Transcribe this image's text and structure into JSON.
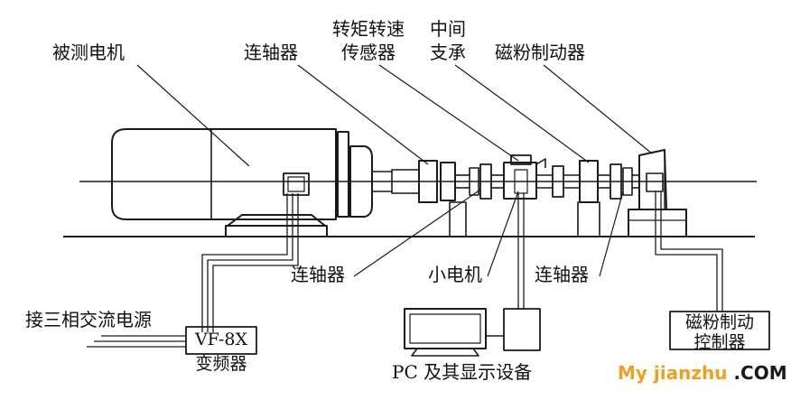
{
  "diagram": {
    "labels": {
      "motor_under_test": "被测电机",
      "coupling_top": "连轴器",
      "sensor_line1": "转矩转速",
      "sensor_line2": "传感器",
      "middle_line1": "中间",
      "middle_line2": "支承",
      "brake": "磁粉制动器",
      "coupling_bottom_left": "连轴器",
      "small_motor": "小电机",
      "coupling_bottom_right": "连轴器",
      "power_source": "接三相交流电源",
      "inverter_line1": "VF-8X",
      "inverter_line2": "变频器",
      "pc": "PC 及其显示设备",
      "brake_ctrl_line1": "磁粉制动",
      "brake_ctrl_line2": "控制器"
    },
    "watermark": {
      "part1": "My jianzhu",
      "part2": " .COM"
    },
    "colors": {
      "stroke": "#1a1a1a",
      "watermark_accent": "#f0a020"
    }
  }
}
